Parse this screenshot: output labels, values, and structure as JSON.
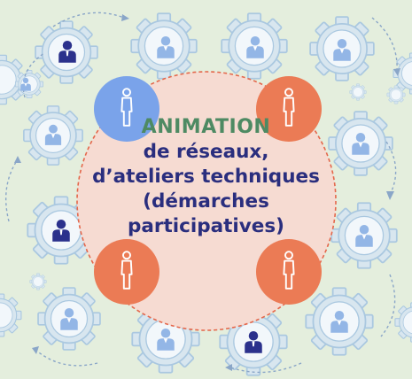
{
  "colors": {
    "background": "#e4eedd",
    "gear_fill": "#d8e6ef",
    "gear_stroke": "#aac8e0",
    "circle_fill": "#f6dbd2",
    "circle_border": "#e4674b",
    "node_blue": "#7aa3ea",
    "node_orange": "#eb7b55",
    "title_green": "#4e8a63",
    "title_navy": "#2a2e7e",
    "person_dark": "#2b318c",
    "person_light": "#93b6e6"
  },
  "title": {
    "line1": "ANIMATION",
    "line2": "de réseaux,",
    "line3": "d’ateliers techniques",
    "line4": "(démarches",
    "line5": "participatives)"
  },
  "icons": {
    "gear": "gear-icon",
    "person": "person-icon",
    "arrow": "curved-arrow-icon"
  }
}
